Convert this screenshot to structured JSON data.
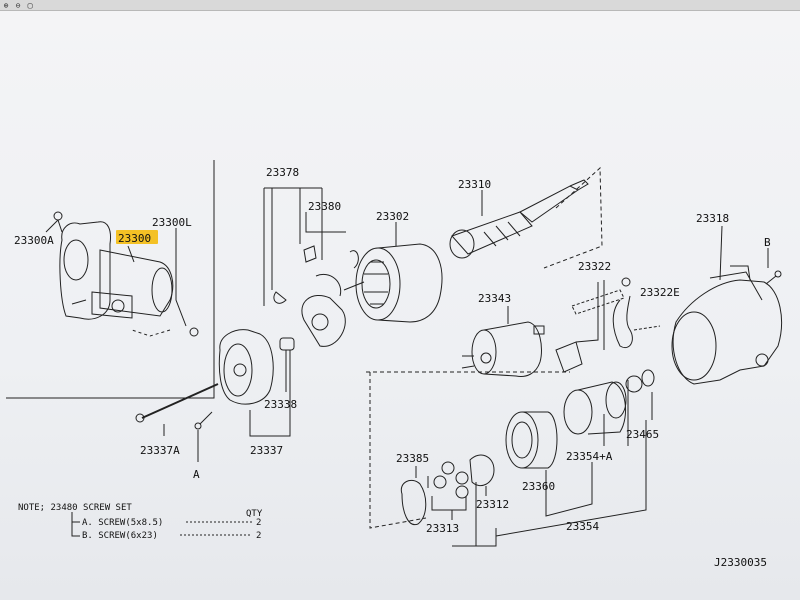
{
  "toolbar": {
    "zoom_in_icon": "magnifier-plus-icon",
    "zoom_out_icon": "magnifier-minus-icon",
    "fit_icon": "fit-page-icon"
  },
  "highlight_color": "#f5b800",
  "labels": {
    "p23300A": "23300A",
    "p23300": "23300",
    "p23300L": "23300L",
    "p23378": "23378",
    "p23380": "23380",
    "p23302": "23302",
    "p23310": "23310",
    "p23318": "23318",
    "pB": "B",
    "p23322": "23322",
    "p23322E": "23322E",
    "p23343": "23343",
    "p23338": "23338",
    "p23337": "23337",
    "p23337A": "23337A",
    "pA": "A",
    "p23465": "23465",
    "p23354A": "23354+A",
    "p23385": "23385",
    "p23360": "23360",
    "p23312": "23312",
    "p23313": "23313",
    "p23354": "23354"
  },
  "note": {
    "title": "NOTE; 23480 SCREW SET",
    "qty_header": "QTY",
    "rows": [
      {
        "text": "A. SCREW(5x8.5)",
        "qty": "2"
      },
      {
        "text": "B. SCREW(6x23)",
        "qty": "2"
      }
    ]
  },
  "figure_code": "J2330035"
}
